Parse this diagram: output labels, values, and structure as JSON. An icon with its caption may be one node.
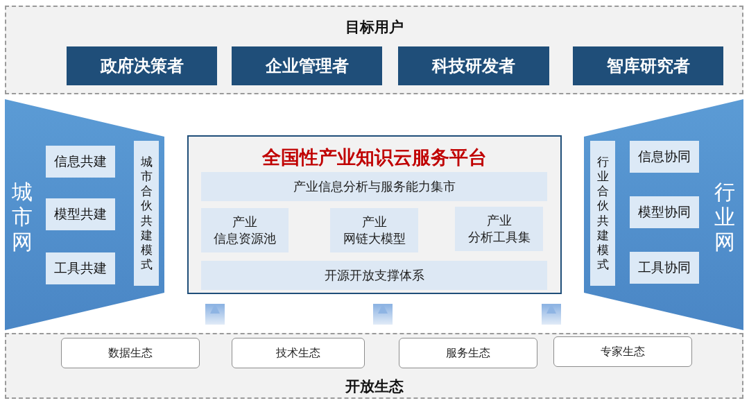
{
  "diagram": {
    "nodes": [
      {
        "text": [
          "目标用户"
        ]
      },
      {
        "text": [
          "政府决策者"
        ],
        "in": 0
      },
      {
        "text": [
          "企业管理者"
        ],
        "in": 0
      },
      {
        "text": [
          "科技研发者"
        ],
        "in": 0
      },
      {
        "text": [
          "智库研究者"
        ],
        "in": 0
      },
      {
        "text": [
          "城市网"
        ]
      },
      {
        "text": [
          "信息共建"
        ],
        "in": 5
      },
      {
        "text": [
          "模型共建"
        ],
        "in": 5
      },
      {
        "text": [
          "工具共建"
        ],
        "in": 5
      },
      {
        "text": [
          "城市合伙共建模式"
        ],
        "in": 5
      },
      {
        "text": [
          "全国性产业知识云服务平台"
        ]
      },
      {
        "text": [
          "产业信息分析与服务能力集市"
        ],
        "in": 10
      },
      {
        "text": [
          "产业",
          "信息资源池"
        ],
        "in": 10
      },
      {
        "text": [
          "产业",
          "网链大模型"
        ],
        "in": 10
      },
      {
        "text": [
          "产业",
          "分析工具集"
        ],
        "in": 10
      },
      {
        "text": [
          "开源开放支撑体系"
        ],
        "in": 10
      },
      {
        "text": [
          "行业网"
        ]
      },
      {
        "text": [
          "行业合伙共建模式"
        ],
        "in": 16
      },
      {
        "text": [
          "信息协同"
        ],
        "in": 16
      },
      {
        "text": [
          "模型协同"
        ],
        "in": 16
      },
      {
        "text": [
          "工具协同"
        ],
        "in": 16
      },
      {
        "text": [
          "开放生态"
        ]
      },
      {
        "text": [
          "数据生态"
        ],
        "in": 21
      },
      {
        "text": [
          "技术生态"
        ],
        "in": 21
      },
      {
        "text": [
          "服务生态"
        ],
        "in": 21
      },
      {
        "text": [
          "专家生态"
        ],
        "in": 21
      }
    ],
    "edges": [
      {
        "from": 21,
        "to": 10,
        "arrow": "to"
      },
      {
        "from": 21,
        "to": 10,
        "arrow": "to"
      },
      {
        "from": 21,
        "to": 10,
        "arrow": "to"
      }
    ]
  }
}
